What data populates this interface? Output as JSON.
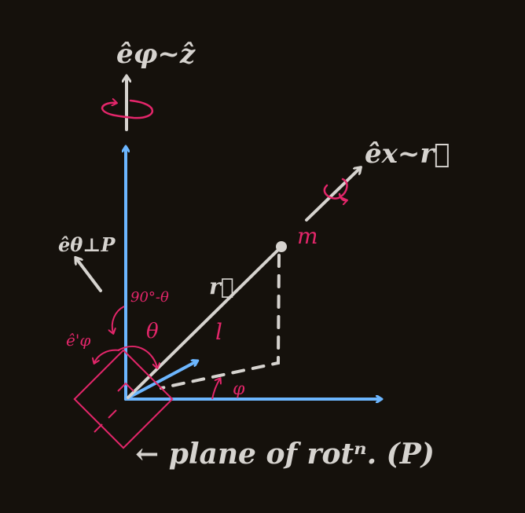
{
  "labels": {
    "e_phi_z": "êφ~ẑ",
    "e_x_r": "êx~r⃗",
    "e_theta_perp": "êθ⊥P",
    "e_phi_prime": "ê'φ",
    "angle_90_theta": "90°-θ",
    "theta": "θ",
    "r_vec": "r⃗",
    "l": "l",
    "m": "m",
    "phi": "φ",
    "plane": "← plane of rotⁿ. (P)"
  },
  "colors": {
    "background": "#15110c",
    "axis_blue": "#6cb6ff",
    "vector_grey": "#d6d3cf",
    "annotation_pink": "#e3266a"
  }
}
